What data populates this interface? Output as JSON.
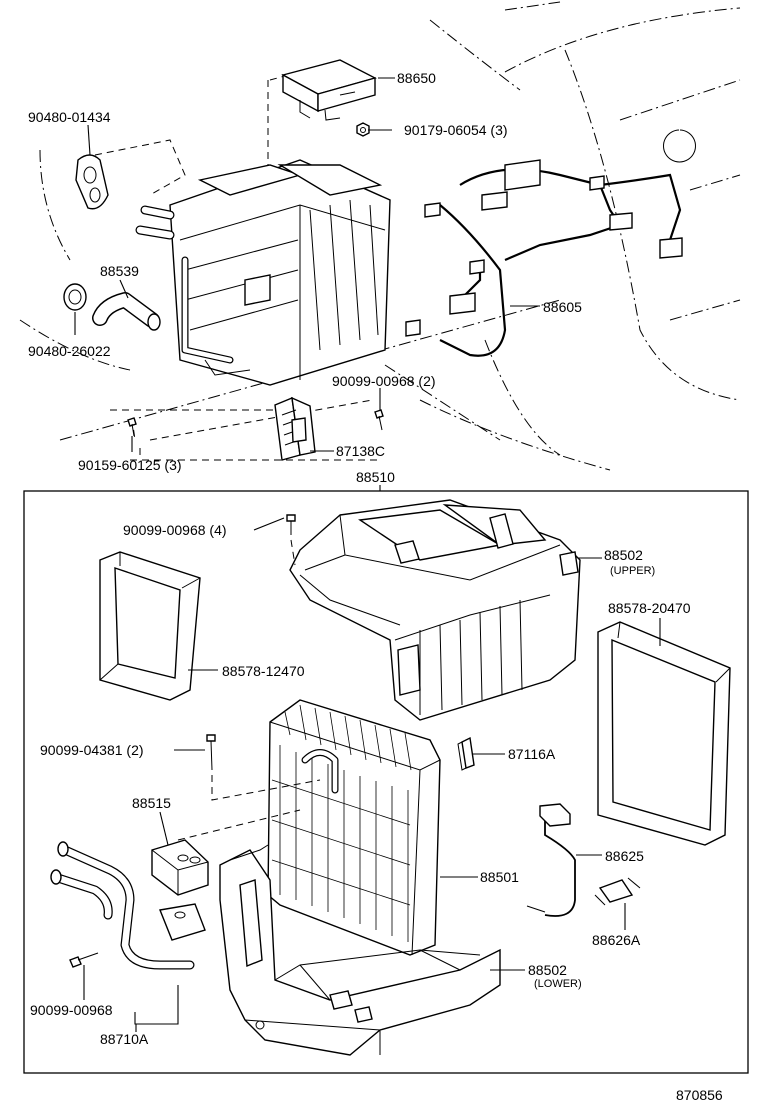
{
  "diagram": {
    "figure_number": "870856",
    "assembly": {
      "part_number": "88510"
    },
    "parts": [
      {
        "id": "88650",
        "label": "88650"
      },
      {
        "id": "90480-01434",
        "label": "90480-01434"
      },
      {
        "id": "90179-06054",
        "label": "90179-06054 (3)"
      },
      {
        "id": "88539",
        "label": "88539"
      },
      {
        "id": "88605",
        "label": "88605"
      },
      {
        "id": "90480-26022",
        "label": "90480-26022"
      },
      {
        "id": "90099-00968-2",
        "label": "90099-00968 (2)"
      },
      {
        "id": "87138C",
        "label": "87138C"
      },
      {
        "id": "90159-60125",
        "label": "90159-60125 (3)"
      },
      {
        "id": "90099-00968-4",
        "label": "90099-00968 (4)"
      },
      {
        "id": "88502-upper",
        "label": "88502",
        "note": "(UPPER)"
      },
      {
        "id": "88578-20470",
        "label": "88578-20470"
      },
      {
        "id": "88578-12470",
        "label": "88578-12470"
      },
      {
        "id": "90099-04381",
        "label": "90099-04381 (2)"
      },
      {
        "id": "87116A",
        "label": "87116A"
      },
      {
        "id": "88515",
        "label": "88515"
      },
      {
        "id": "88625",
        "label": "88625"
      },
      {
        "id": "88501",
        "label": "88501"
      },
      {
        "id": "88626A",
        "label": "88626A"
      },
      {
        "id": "88502-lower",
        "label": "88502",
        "note": "(LOWER)"
      },
      {
        "id": "90099-00968",
        "label": "90099-00968"
      },
      {
        "id": "88710A",
        "label": "88710A"
      }
    ]
  }
}
